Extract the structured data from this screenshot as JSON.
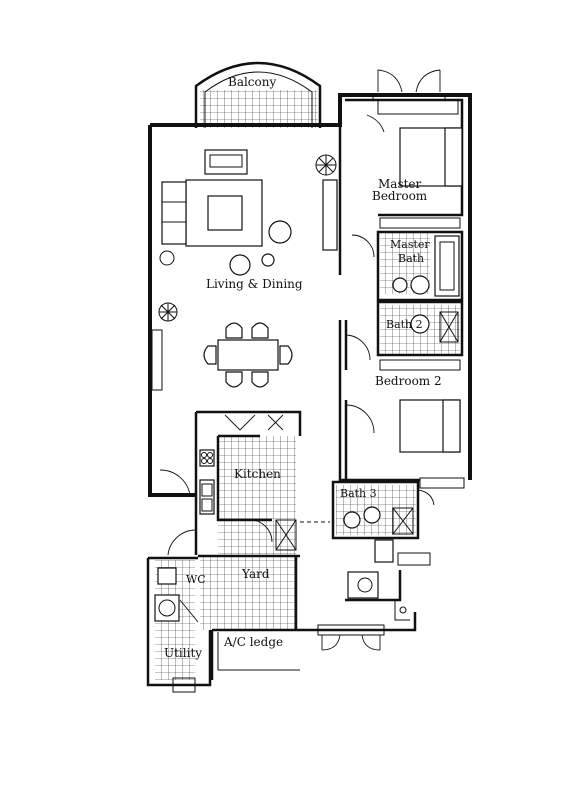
{
  "rooms": {
    "balcony": "Balcony",
    "master_bedroom_line1": "Master",
    "master_bedroom_line2": "Bedroom",
    "master_bath_line1": "Master",
    "master_bath_line2": "Bath",
    "living_dining": "Living & Dining",
    "bath2": "Bath 2",
    "bedroom2": "Bedroom 2",
    "kitchen": "Kitchen",
    "bath3": "Bath 3",
    "wc": "WC",
    "yard": "Yard",
    "ac_ledge": "A/C ledge",
    "utility": "Utility"
  }
}
